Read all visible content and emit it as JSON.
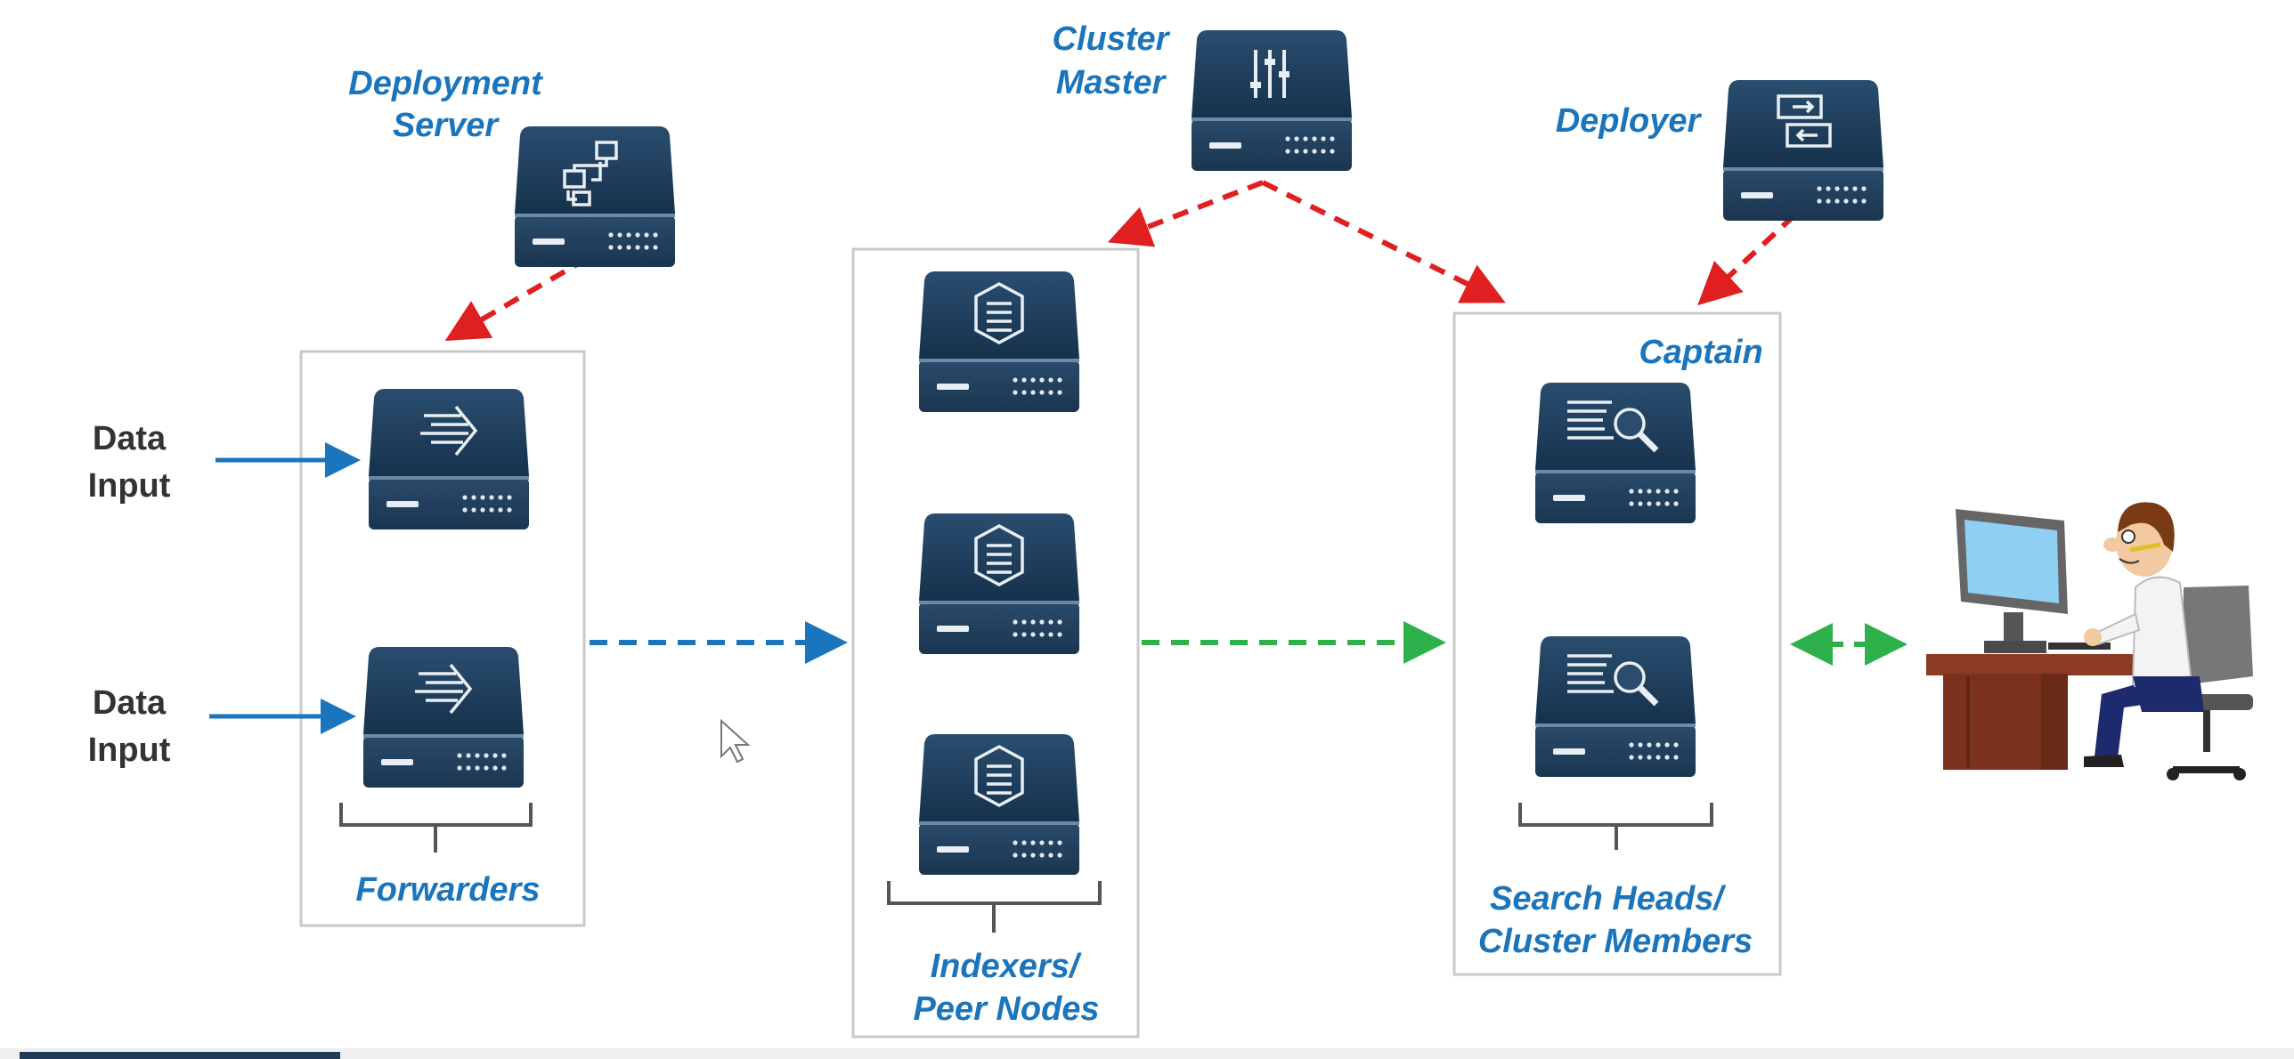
{
  "labels": {
    "deployment_server": [
      "Deployment",
      "Server"
    ],
    "cluster_master": [
      "Cluster",
      "Master"
    ],
    "deployer": "Deployer",
    "captain": "Captain",
    "data_input_1": [
      "Data",
      "Input"
    ],
    "data_input_2": [
      "Data",
      "Input"
    ],
    "forwarders": "Forwarders",
    "indexers": [
      "Indexers/",
      "Peer Nodes"
    ],
    "search_heads": [
      "Search Heads/",
      "Cluster Members"
    ]
  },
  "icons": {
    "deployment_server": "deployment-server-icon",
    "cluster_master": "cluster-master-icon",
    "deployer": "deployer-icon",
    "forwarder": "forwarder-icon",
    "indexer": "indexer-icon",
    "search_head": "search-head-icon",
    "user": "user-at-computer-icon"
  },
  "colors": {
    "label_blue": "#1b75bc",
    "server_navy": "#1f3b57",
    "arrow_red": "#e02020",
    "arrow_blue": "#1b75bc",
    "arrow_green": "#2eb04a"
  }
}
